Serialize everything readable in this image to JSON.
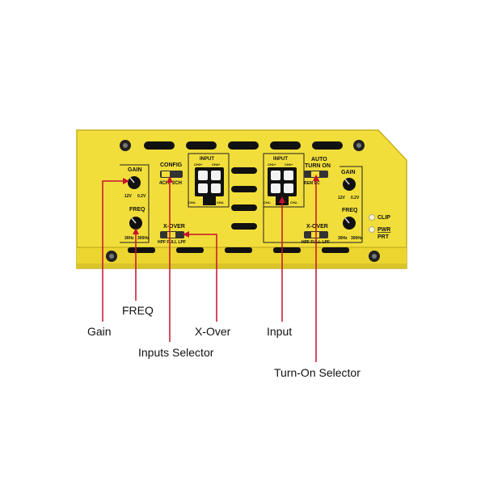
{
  "callouts": {
    "gain": "Gain",
    "freq": "FREQ",
    "xover": "X-Over",
    "inputs_selector": "Inputs Selector",
    "input": "Input",
    "turn_on_selector": "Turn-On Selector"
  },
  "panel_labels": {
    "gain": "GAIN",
    "gain_min_left": "12V",
    "gain_max_left": "0.2V",
    "gain_min_right": "12V",
    "gain_max_right": "0.2V",
    "freq": "FREQ",
    "freq_min": "30Hz",
    "freq_max": "300Hz",
    "config": "CONFIG",
    "config_4ch": "4CH",
    "config_2ch": "2CH",
    "xover": "X-OVER",
    "xover_opts": "HPF FULL LPF",
    "input": "INPUT",
    "ch3p": "CH3+",
    "ch4p": "CH4+",
    "ch3m": "CH3-",
    "ch4m": "CH4-",
    "ch1p": "CH1+",
    "ch2p": "CH2+",
    "ch1m": "CH1-",
    "ch2m": "CH2-",
    "auto_turn_on_1": "AUTO",
    "auto_turn_on_2": "TURN ON",
    "auto_opts": "REM  DC",
    "clip": "CLIP",
    "pwr": "PWR",
    "prt": "PRT"
  },
  "colors": {
    "panel_yellow": "#f2de3a",
    "panel_shadow": "#d9c42a",
    "callout_line": "#c8102e",
    "slot": "#111111"
  }
}
